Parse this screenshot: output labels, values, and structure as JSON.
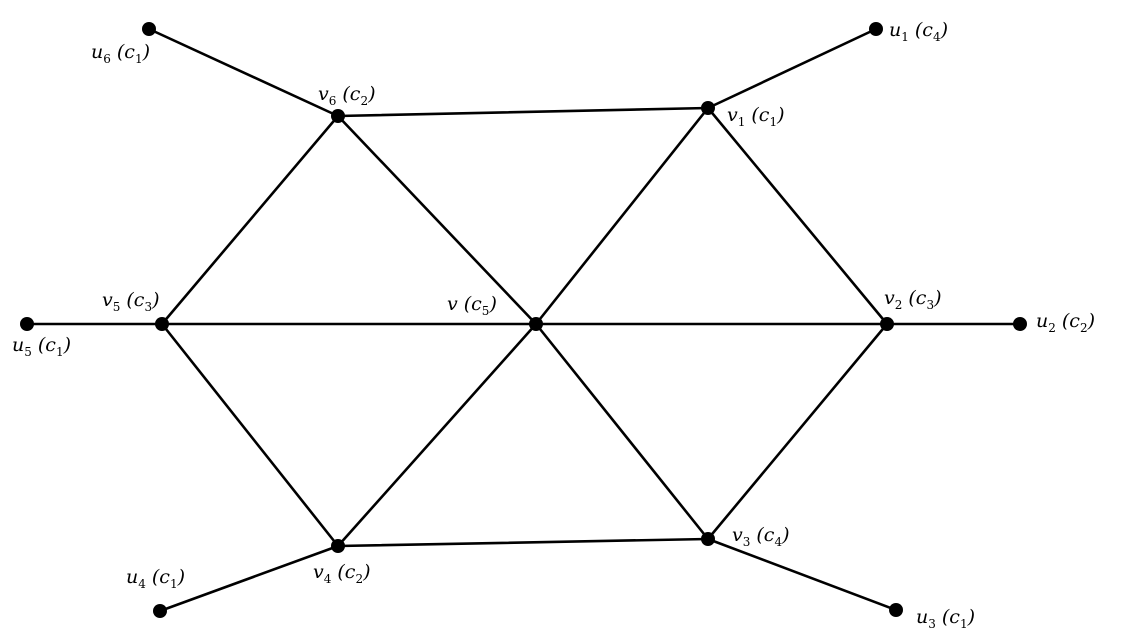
{
  "diagram": {
    "nodes": [
      {
        "id": "v",
        "base": "v",
        "index": "",
        "color_base": "c",
        "color_index": "5"
      },
      {
        "id": "v1",
        "base": "v",
        "index": "1",
        "color_base": "c",
        "color_index": "1"
      },
      {
        "id": "v2",
        "base": "v",
        "index": "2",
        "color_base": "c",
        "color_index": "3"
      },
      {
        "id": "v3",
        "base": "v",
        "index": "3",
        "color_base": "c",
        "color_index": "4"
      },
      {
        "id": "v4",
        "base": "v",
        "index": "4",
        "color_base": "c",
        "color_index": "2"
      },
      {
        "id": "v5",
        "base": "v",
        "index": "5",
        "color_base": "c",
        "color_index": "3"
      },
      {
        "id": "v6",
        "base": "v",
        "index": "6",
        "color_base": "c",
        "color_index": "2"
      },
      {
        "id": "u1",
        "base": "u",
        "index": "1",
        "color_base": "c",
        "color_index": "4"
      },
      {
        "id": "u2",
        "base": "u",
        "index": "2",
        "color_base": "c",
        "color_index": "2"
      },
      {
        "id": "u3",
        "base": "u",
        "index": "3",
        "color_base": "c",
        "color_index": "1"
      },
      {
        "id": "u4",
        "base": "u",
        "index": "4",
        "color_base": "c",
        "color_index": "1"
      },
      {
        "id": "u5",
        "base": "u",
        "index": "5",
        "color_base": "c",
        "color_index": "1"
      },
      {
        "id": "u6",
        "base": "u",
        "index": "6",
        "color_base": "c",
        "color_index": "1"
      }
    ],
    "edges": [
      [
        "v6",
        "v1"
      ],
      [
        "v1",
        "v2"
      ],
      [
        "v2",
        "v3"
      ],
      [
        "v3",
        "v4"
      ],
      [
        "v4",
        "v5"
      ],
      [
        "v5",
        "v6"
      ],
      [
        "v5",
        "v"
      ],
      [
        "v",
        "v2"
      ],
      [
        "v6",
        "v"
      ],
      [
        "v",
        "v3"
      ],
      [
        "v1",
        "v"
      ],
      [
        "v",
        "v4"
      ],
      [
        "u1",
        "v1"
      ],
      [
        "u2",
        "v2"
      ],
      [
        "u3",
        "v3"
      ],
      [
        "u4",
        "v4"
      ],
      [
        "u5",
        "v5"
      ],
      [
        "u6",
        "v6"
      ]
    ]
  }
}
